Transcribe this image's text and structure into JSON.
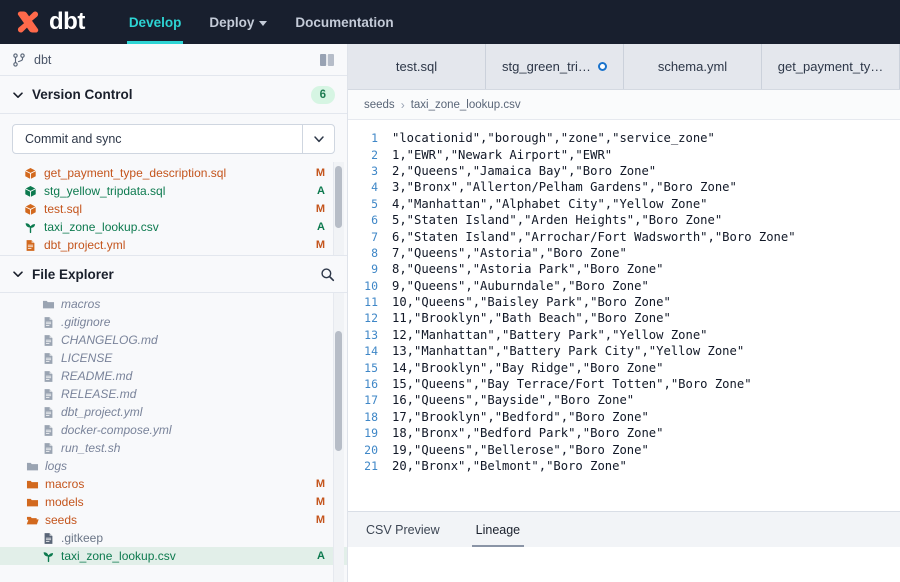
{
  "topnav": {
    "brand": "dbt",
    "items": [
      {
        "label": "Develop",
        "active": true,
        "caret": false
      },
      {
        "label": "Deploy",
        "active": false,
        "caret": true
      },
      {
        "label": "Documentation",
        "active": false,
        "caret": false
      }
    ]
  },
  "sidebar": {
    "repo": {
      "name": "dbt",
      "branch_icon": "git-branch-icon",
      "book_icon": "book-icon"
    },
    "version_control": {
      "title": "Version Control",
      "badge": "6",
      "commit_button": "Commit and sync",
      "changes": [
        {
          "name": "get_payment_type_description.sql",
          "status": "M",
          "icon": "cube-icon",
          "color": "orange"
        },
        {
          "name": "stg_yellow_tripdata.sql",
          "status": "A",
          "icon": "cube-icon",
          "color": "green"
        },
        {
          "name": "test.sql",
          "status": "M",
          "icon": "cube-icon",
          "color": "orange"
        },
        {
          "name": "taxi_zone_lookup.csv",
          "status": "A",
          "icon": "seedling-icon",
          "color": "green"
        },
        {
          "name": "dbt_project.yml",
          "status": "M",
          "icon": "file-icon",
          "color": "orange"
        }
      ]
    },
    "file_explorer": {
      "title": "File Explorer",
      "search_icon": "search-icon",
      "tree": [
        {
          "name": "macros",
          "icon": "folder-icon",
          "status": "",
          "color": "grey",
          "indent": 2,
          "selected": false
        },
        {
          "name": ".gitignore",
          "icon": "file-icon",
          "status": "",
          "color": "grey",
          "indent": 2,
          "selected": false
        },
        {
          "name": "CHANGELOG.md",
          "icon": "file-icon",
          "status": "",
          "color": "grey",
          "indent": 2,
          "selected": false
        },
        {
          "name": "LICENSE",
          "icon": "file-icon",
          "status": "",
          "color": "grey",
          "indent": 2,
          "selected": false
        },
        {
          "name": "README.md",
          "icon": "file-icon",
          "status": "",
          "color": "grey",
          "indent": 2,
          "selected": false
        },
        {
          "name": "RELEASE.md",
          "icon": "file-icon",
          "status": "",
          "color": "grey",
          "indent": 2,
          "selected": false
        },
        {
          "name": "dbt_project.yml",
          "icon": "file-icon",
          "status": "",
          "color": "grey",
          "indent": 2,
          "selected": false
        },
        {
          "name": "docker-compose.yml",
          "icon": "file-icon",
          "status": "",
          "color": "grey",
          "indent": 2,
          "selected": false
        },
        {
          "name": "run_test.sh",
          "icon": "file-icon",
          "status": "",
          "color": "grey",
          "indent": 2,
          "selected": false
        },
        {
          "name": "logs",
          "icon": "folder-icon",
          "status": "",
          "color": "grey",
          "indent": 1,
          "selected": false
        },
        {
          "name": "macros",
          "icon": "folder-icon",
          "status": "M",
          "color": "orange",
          "indent": 1,
          "selected": false
        },
        {
          "name": "models",
          "icon": "folder-icon",
          "status": "M",
          "color": "orange",
          "indent": 1,
          "selected": false
        },
        {
          "name": "seeds",
          "icon": "folder-open-icon",
          "status": "M",
          "color": "orange",
          "indent": 1,
          "selected": false
        },
        {
          "name": ".gitkeep",
          "icon": "file-icon",
          "status": "",
          "color": "dark",
          "indent": 2,
          "selected": false
        },
        {
          "name": "taxi_zone_lookup.csv",
          "icon": "seedling-icon",
          "status": "A",
          "color": "green",
          "indent": 2,
          "selected": true
        }
      ]
    }
  },
  "editor": {
    "tabs": [
      {
        "label": "test.sql",
        "modified": false,
        "active": false
      },
      {
        "label": "stg_green_tri…",
        "modified": true,
        "active": false
      },
      {
        "label": "schema.yml",
        "modified": false,
        "active": false
      },
      {
        "label": "get_payment_ty…",
        "modified": false,
        "active": false
      }
    ],
    "breadcrumb": {
      "folder": "seeds",
      "separator": "›",
      "file": "taxi_zone_lookup.csv"
    },
    "code_lines": [
      "\"locationid\",\"borough\",\"zone\",\"service_zone\"",
      "1,\"EWR\",\"Newark Airport\",\"EWR\"",
      "2,\"Queens\",\"Jamaica Bay\",\"Boro Zone\"",
      "3,\"Bronx\",\"Allerton/Pelham Gardens\",\"Boro Zone\"",
      "4,\"Manhattan\",\"Alphabet City\",\"Yellow Zone\"",
      "5,\"Staten Island\",\"Arden Heights\",\"Boro Zone\"",
      "6,\"Staten Island\",\"Arrochar/Fort Wadsworth\",\"Boro Zone\"",
      "7,\"Queens\",\"Astoria\",\"Boro Zone\"",
      "8,\"Queens\",\"Astoria Park\",\"Boro Zone\"",
      "9,\"Queens\",\"Auburndale\",\"Boro Zone\"",
      "10,\"Queens\",\"Baisley Park\",\"Boro Zone\"",
      "11,\"Brooklyn\",\"Bath Beach\",\"Boro Zone\"",
      "12,\"Manhattan\",\"Battery Park\",\"Yellow Zone\"",
      "13,\"Manhattan\",\"Battery Park City\",\"Yellow Zone\"",
      "14,\"Brooklyn\",\"Bay Ridge\",\"Boro Zone\"",
      "15,\"Queens\",\"Bay Terrace/Fort Totten\",\"Boro Zone\"",
      "16,\"Queens\",\"Bayside\",\"Boro Zone\"",
      "17,\"Brooklyn\",\"Bedford\",\"Boro Zone\"",
      "18,\"Bronx\",\"Bedford Park\",\"Boro Zone\"",
      "19,\"Queens\",\"Bellerose\",\"Boro Zone\"",
      "20,\"Bronx\",\"Belmont\",\"Boro Zone\""
    ],
    "bottom_tabs": [
      {
        "label": "CSV Preview",
        "active": false
      },
      {
        "label": "Lineage",
        "active": true
      }
    ]
  },
  "colors": {
    "nav_bg": "#181f2e",
    "accent_teal": "#2dd4d4",
    "brand_orange": "#ff694a",
    "status_modified": "#c4551d",
    "status_added": "#0d7a4f",
    "badge_bg": "#d6f5e3",
    "selection_bg": "#e2efe9",
    "modified_dot": "#1a73cc"
  }
}
